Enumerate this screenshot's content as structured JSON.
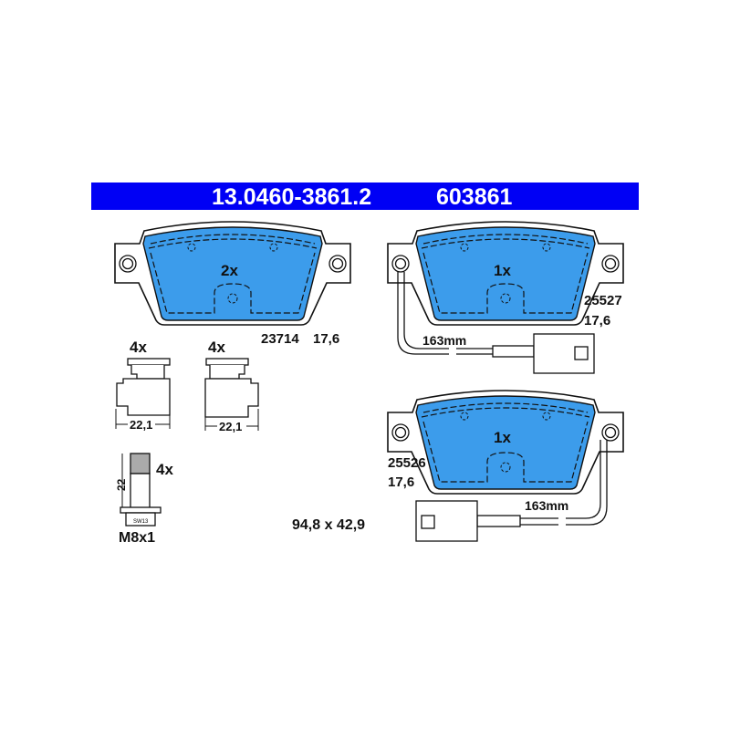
{
  "banner": {
    "part_number": "13.0460-3861.2",
    "short_number": "603861",
    "color": "#0000f5"
  },
  "pad_color": "#3c9ceb",
  "pads": [
    {
      "qty": "2x",
      "ref": "23714",
      "thickness": "17,6"
    },
    {
      "qty": "1x",
      "ref": "25527",
      "thickness": "17,6",
      "wire_length": "163mm"
    },
    {
      "qty": "1x",
      "ref": "25526",
      "thickness": "17,6",
      "wire_length": "163mm"
    }
  ],
  "dimensions": "94,8 x 42,9",
  "clips": [
    {
      "qty": "4x",
      "width": "22,1"
    },
    {
      "qty": "4x",
      "width": "22,1"
    }
  ],
  "bolt": {
    "qty": "4x",
    "length": "22",
    "thread": "M8x1",
    "wrench": "SW13"
  }
}
